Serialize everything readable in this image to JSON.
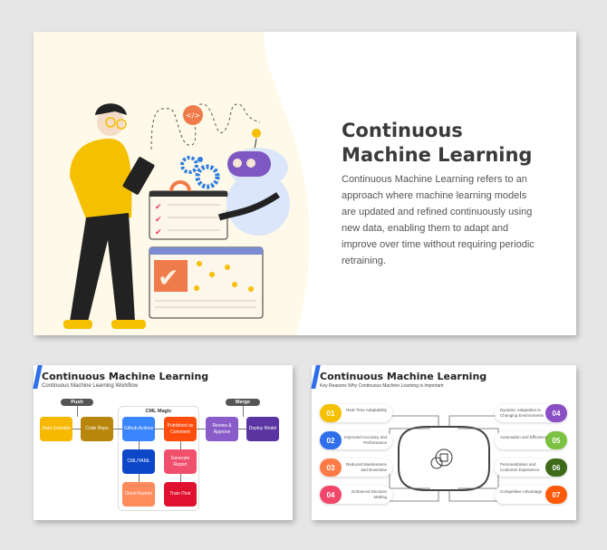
{
  "main_slide": {
    "title_line1": "Continuous",
    "title_line2": "Machine Learning",
    "description": "Continuous Machine Learning refers to an approach where machine learning models are updated and refined continuously using new data, enabling them to adapt and improve over time without requiring periodic retraining.",
    "illustration": "person-with-tablet-and-robot"
  },
  "workflow_slide": {
    "title": "Continuous Machine Learning",
    "subtitle": "Continuous Machine Learning Workflow",
    "push_label": "Push",
    "merge_label": "Merge",
    "group_label": "CML Magic",
    "nodes": [
      {
        "label": "Data Scientist",
        "color": "#f7b800"
      },
      {
        "label": "Code Repo",
        "color": "#b8860b"
      },
      {
        "label": "Github Actions",
        "color": "#3a86ff"
      },
      {
        "label": "CML/YAML",
        "color": "#0d47c9"
      },
      {
        "label": "Cloud Runner",
        "color": "#ff8a5c"
      },
      {
        "label": "Published as Comment",
        "color": "#ff4d0d"
      },
      {
        "label": "Generate Report",
        "color": "#f0506e"
      },
      {
        "label": "Train /Test",
        "color": "#e0102f"
      },
      {
        "label": "Review & Approve",
        "color": "#8a5cc9"
      },
      {
        "label": "Deploy Model",
        "color": "#5a34a0"
      }
    ]
  },
  "reasons_slide": {
    "title": "Continuous Machine Learning",
    "subtitle": "Key Reasons Why Continuous Machine Learning is Important",
    "center_icon": "ai-head-chip-icon",
    "left": [
      {
        "num": "01",
        "text": "Real-Time Adaptability",
        "color": "#f5c000"
      },
      {
        "num": "02",
        "text": "Improved Accuracy and Performance",
        "color": "#2f6fec"
      },
      {
        "num": "03",
        "text": "Reduced Maintenance and Downtime",
        "color": "#ff7b47"
      },
      {
        "num": "04",
        "text": "Enhanced Decision Making",
        "color": "#f0476a"
      }
    ],
    "right": [
      {
        "num": "04",
        "text": "Dynamic Adaptation to Changing Environments",
        "color": "#8a4fc4"
      },
      {
        "num": "05",
        "text": "Automation and Efficiency",
        "color": "#7cc242"
      },
      {
        "num": "06",
        "text": "Personalization and Customer Experience",
        "color": "#3d6b1a"
      },
      {
        "num": "07",
        "text": "Competitive Advantage",
        "color": "#ff5a0a"
      }
    ]
  }
}
